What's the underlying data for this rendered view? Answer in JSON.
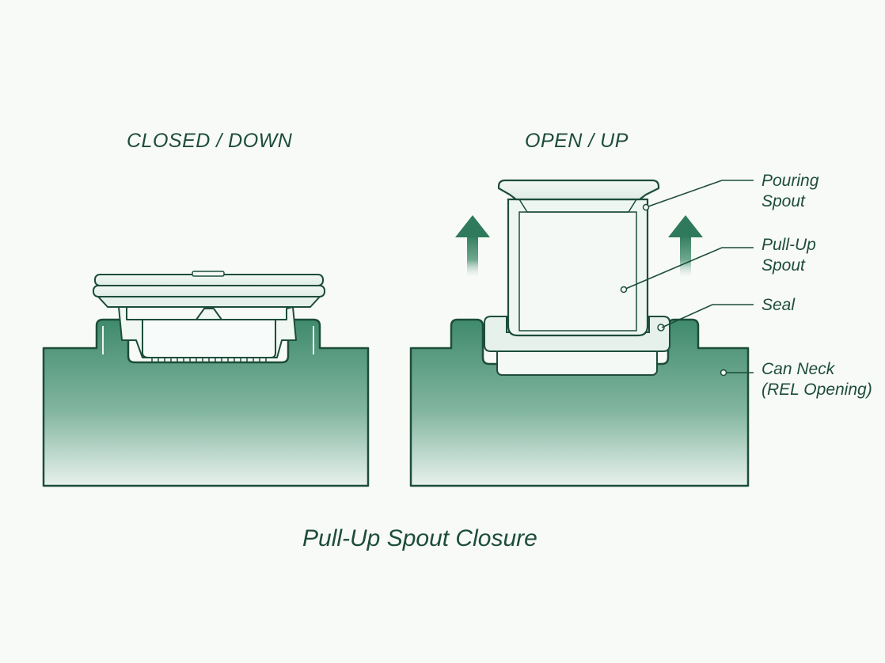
{
  "headings": {
    "closed": "CLOSED / DOWN",
    "open": "OPEN / UP"
  },
  "callouts": {
    "pouring_spout": [
      "Pouring",
      "Spout"
    ],
    "pull_up_spout": [
      "Pull-Up",
      "Spout"
    ],
    "seal": [
      "Seal"
    ],
    "can_neck": [
      "Can Neck",
      "(REL Opening)"
    ]
  },
  "caption": "Pull-Up Spout Closure",
  "colors": {
    "ink": "#1d4d3a",
    "can_fill_top": "#3d8a6c",
    "can_fill_bottom": "#e6f1ec",
    "part_fill": "#eef5f1",
    "arrow": "#2f7a5c"
  }
}
